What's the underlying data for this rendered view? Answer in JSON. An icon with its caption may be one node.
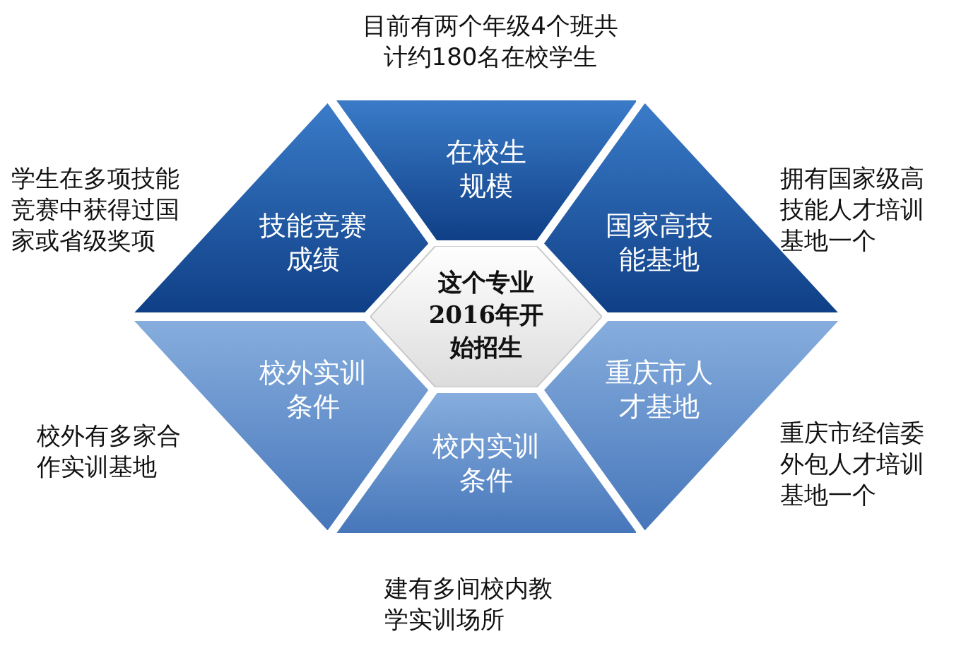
{
  "diagram": {
    "nodes": [
      {
        "text": [
          "在校生规模"
        ],
        "beside": [
          "目前有两个年级4个班共计约180名在校学生"
        ]
      },
      {
        "text": [
          "技能竞赛成绩"
        ],
        "beside": [
          "学生在多项技能竞赛中获得过国家或省级奖项"
        ]
      },
      {
        "text": [
          "国家高技能基地"
        ],
        "beside": [
          "拥有国家级高技能人才培训基地一个"
        ]
      },
      {
        "text": [
          "这个专业2016年开始招生"
        ]
      },
      {
        "text": [
          "校外实训条件"
        ],
        "beside": [
          "校外有多家合作实训基地"
        ]
      },
      {
        "text": [
          "重庆市人才基地"
        ],
        "beside": [
          "重庆市经信委外包人才培训基地一个"
        ]
      },
      {
        "text": [
          "校内实训条件"
        ],
        "beside": [
          "建有多间校内教学实训场所"
        ]
      }
    ]
  }
}
